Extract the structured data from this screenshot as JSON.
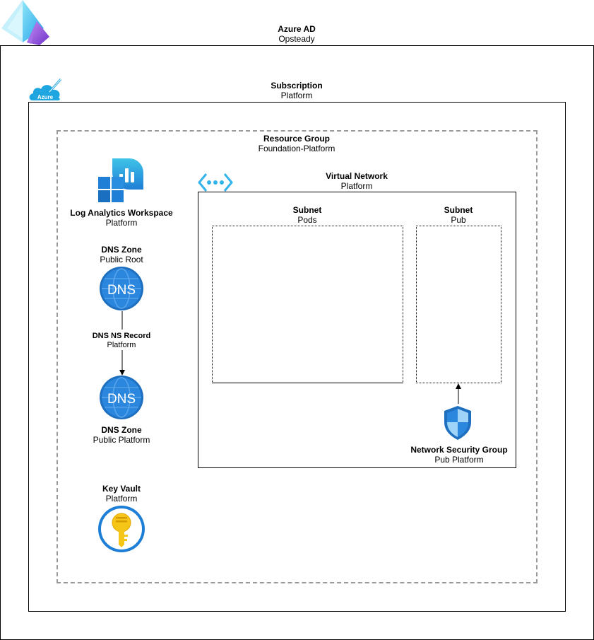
{
  "tenant": {
    "title": "Azure AD",
    "subtitle": "Opsteady",
    "icon": "azure-ad-icon"
  },
  "subscription": {
    "title": "Subscription",
    "subtitle": "Platform",
    "icon": "azure-cloud-icon",
    "icon_text": "Azure"
  },
  "resource_group": {
    "title": "Resource Group",
    "subtitle": "Foundation-Platform"
  },
  "log_analytics": {
    "title": "Log Analytics Workspace",
    "subtitle": "Platform",
    "icon": "log-analytics-icon"
  },
  "dns_zone_root": {
    "title": "DNS Zone",
    "subtitle": "Public Root",
    "icon": "dns-icon",
    "icon_text": "DNS"
  },
  "dns_ns_record": {
    "title": "DNS NS Record",
    "subtitle": "Platform"
  },
  "dns_zone_platform": {
    "title": "DNS Zone",
    "subtitle": "Public Platform",
    "icon": "dns-icon",
    "icon_text": "DNS"
  },
  "key_vault": {
    "title": "Key Vault",
    "subtitle": "Platform",
    "icon": "key-vault-icon"
  },
  "virtual_network": {
    "title": "Virtual Network",
    "subtitle": "Platform",
    "icon": "vnet-icon"
  },
  "subnet_pods": {
    "title": "Subnet",
    "subtitle": "Pods"
  },
  "subnet_pub": {
    "title": "Subnet",
    "subtitle": "Pub"
  },
  "nsg": {
    "title": "Network Security Group",
    "subtitle": "Pub Platform",
    "icon": "shield-icon"
  },
  "colors": {
    "azure_blue": "#1f7fd6",
    "key_yellow": "#f5c518",
    "dashed_border": "#999999",
    "border": "#000000"
  }
}
